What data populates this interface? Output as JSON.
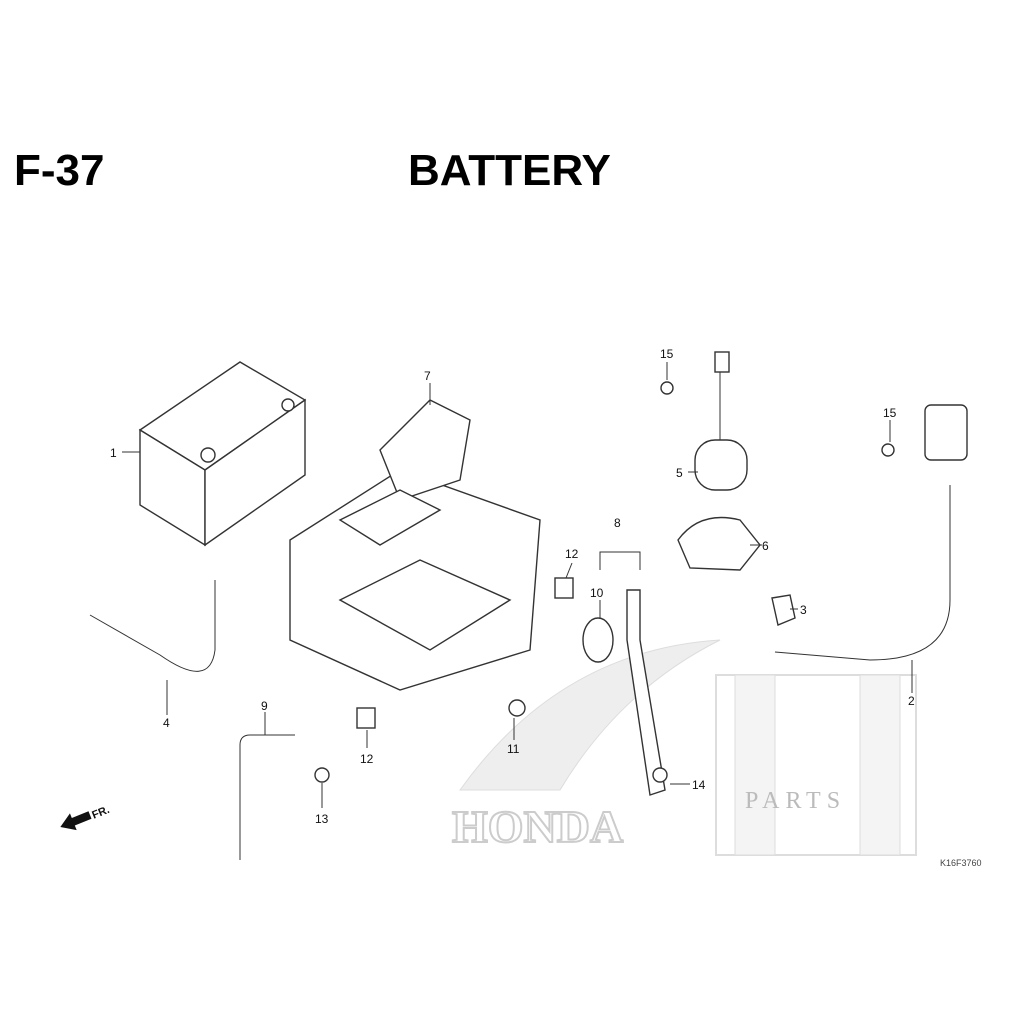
{
  "header": {
    "section_code": "F-37",
    "title": "BATTERY"
  },
  "callouts": [
    {
      "id": "c1",
      "label": "1"
    },
    {
      "id": "c2",
      "label": "2"
    },
    {
      "id": "c3",
      "label": "3"
    },
    {
      "id": "c4",
      "label": "4"
    },
    {
      "id": "c5",
      "label": "5"
    },
    {
      "id": "c6",
      "label": "6"
    },
    {
      "id": "c7",
      "label": "7"
    },
    {
      "id": "c8",
      "label": "8"
    },
    {
      "id": "c9",
      "label": "9"
    },
    {
      "id": "c10",
      "label": "10"
    },
    {
      "id": "c11",
      "label": "11"
    },
    {
      "id": "c12a",
      "label": "12"
    },
    {
      "id": "c12b",
      "label": "12"
    },
    {
      "id": "c13",
      "label": "13"
    },
    {
      "id": "c14",
      "label": "14"
    },
    {
      "id": "c15a",
      "label": "15"
    },
    {
      "id": "c15b",
      "label": "15"
    }
  ],
  "direction_label": "FR.",
  "diagram_code": "K16F3760",
  "watermark": {
    "brand": "HONDA",
    "shop_text": "PARTS"
  }
}
